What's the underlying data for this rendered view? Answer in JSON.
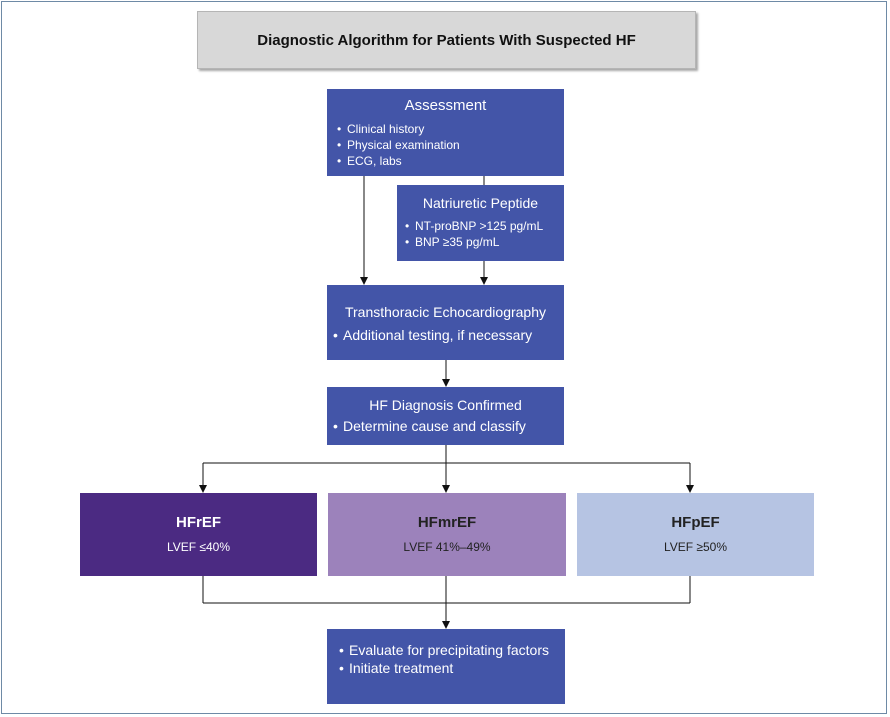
{
  "title": "Diagnostic Algorithm for Patients With Suspected HF",
  "assessment": {
    "heading": "Assessment",
    "items": [
      "Clinical history",
      "Physical examination",
      "ECG, labs"
    ]
  },
  "natriuretic": {
    "heading": "Natriuretic Peptide",
    "items": [
      "NT-proBNP >125 pg/mL",
      "BNP ≥35 pg/mL"
    ]
  },
  "echo": {
    "heading": "Transthoracic Echocardiography",
    "items": [
      "Additional testing, if necessary"
    ]
  },
  "diagnosis": {
    "heading": "HF Diagnosis Confirmed",
    "items": [
      "Determine cause and classify"
    ]
  },
  "classes": [
    {
      "name": "HFrEF",
      "lvef": "LVEF ≤40%",
      "color": "#4b2a82"
    },
    {
      "name": "HFmrEF",
      "lvef": "LVEF 41%–49%",
      "color": "#9c82bb"
    },
    {
      "name": "HFpEF",
      "lvef": "LVEF ≥50%",
      "color": "#b6c4e3"
    }
  ],
  "final": {
    "items": [
      "Evaluate for precipitating factors",
      "Initiate treatment"
    ]
  },
  "colors": {
    "box_blue": "#4355a8",
    "title_bg": "#d8d8d8",
    "frame": "#6e8aa6"
  }
}
